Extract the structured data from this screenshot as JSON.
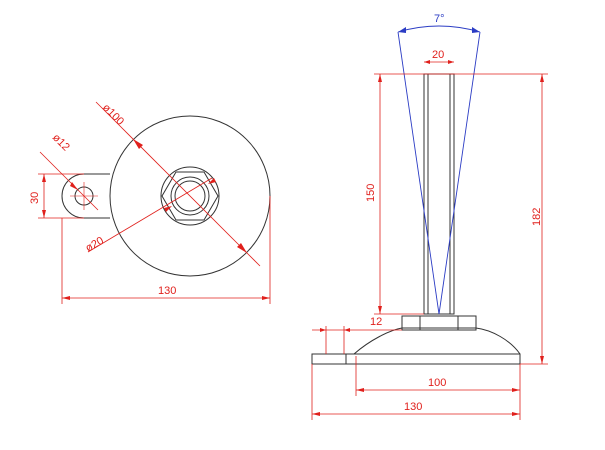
{
  "dimensions": {
    "top_view": {
      "dia_base": "ø100",
      "dia_hole": "ø12",
      "height_lug": "30",
      "dia_stem": "ø20",
      "overall_width": "130"
    },
    "side_view": {
      "angle": "7°",
      "stem_width": "20",
      "stem_height": "150",
      "total_height": "182",
      "nut_height": "12",
      "base_width": "100",
      "overall_width": "130"
    }
  },
  "colors": {
    "object_lines": "#333333",
    "dimension_lines": "#e0201c",
    "angle_lines": "#2b3cc4"
  }
}
